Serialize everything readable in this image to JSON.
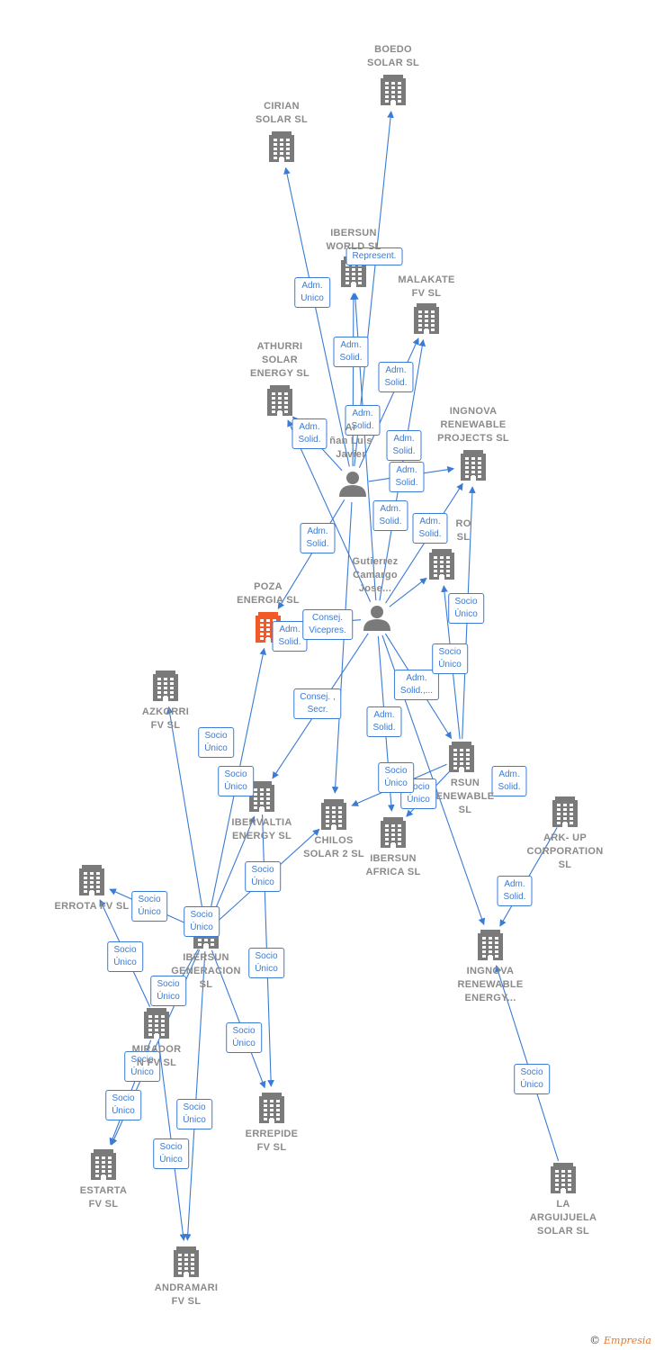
{
  "colors": {
    "edge": "#3a7bd5",
    "building": "#7a7a7a",
    "building_main": "#f05a28",
    "person": "#7a7a7a",
    "label": "#8a8a8a"
  },
  "nodes": [
    {
      "id": "boedo",
      "type": "company",
      "label": "BOEDO\nSOLAR  SL",
      "icon": "building-icon"
    },
    {
      "id": "cirian",
      "type": "company",
      "label": "CIRIAN\nSOLAR  SL",
      "icon": "building-icon"
    },
    {
      "id": "ibersun_world",
      "type": "company",
      "label": "IBERSUN\nWORLD  SL",
      "icon": "building-icon"
    },
    {
      "id": "malakate",
      "type": "company",
      "label": "MALAKATE\nFV  SL",
      "icon": "building-icon"
    },
    {
      "id": "athurri",
      "type": "company",
      "label": "ATHURRI\nSOLAR\nENERGY  SL",
      "icon": "building-icon"
    },
    {
      "id": "ingnova_projects",
      "type": "company",
      "label": "INGNOVA\nRENEWABLE\nPROJECTS  SL",
      "icon": "building-icon"
    },
    {
      "id": "arinan",
      "type": "person",
      "label": "Ar\nñan Luis\nJavier",
      "icon": "person-icon"
    },
    {
      "id": "ro_sl",
      "type": "company",
      "label": "RO\nSL",
      "icon": "building-icon"
    },
    {
      "id": "gutierrez",
      "type": "person",
      "label": "Gutierrez\nCamargo\nJose...",
      "icon": "person-icon"
    },
    {
      "id": "poza",
      "type": "company_main",
      "label": "POZA\nENERGIA  SL",
      "icon": "building-icon"
    },
    {
      "id": "azkorri",
      "type": "company",
      "label": "AZKORRI\nFV  SL",
      "icon": "building-icon"
    },
    {
      "id": "ibersun_renewable",
      "type": "company",
      "label": "RSUN\nENEWABLE\nSL",
      "icon": "building-icon"
    },
    {
      "id": "ibervaltia",
      "type": "company",
      "label": "IBERVALTIA\nENERGY  SL",
      "icon": "building-icon"
    },
    {
      "id": "chilos",
      "type": "company",
      "label": "CHILOS\nSOLAR 2  SL",
      "icon": "building-icon"
    },
    {
      "id": "ibersun_africa",
      "type": "company",
      "label": "IBERSUN\nAFRICA  SL",
      "icon": "building-icon"
    },
    {
      "id": "ark_up",
      "type": "company",
      "label": "ARK- UP\nCORPORATION\nSL",
      "icon": "building-icon"
    },
    {
      "id": "errota",
      "type": "company",
      "label": "ERROTA FV  SL",
      "icon": "building-icon"
    },
    {
      "id": "ibersun_generacion",
      "type": "company",
      "label": "IBERSUN\nGENERACION\nSL",
      "icon": "building-icon"
    },
    {
      "id": "ingnova_energy",
      "type": "company",
      "label": "INGNOVA\nRENEWABLE\nENERGY...",
      "icon": "building-icon"
    },
    {
      "id": "mirador",
      "type": "company",
      "label": "MIRADOR\nN    FV  SL",
      "icon": "building-icon"
    },
    {
      "id": "errepide",
      "type": "company",
      "label": "ERREPIDE\nFV  SL",
      "icon": "building-icon"
    },
    {
      "id": "estarta",
      "type": "company",
      "label": "ESTARTA\nFV  SL",
      "icon": "building-icon"
    },
    {
      "id": "la_arguijuela",
      "type": "company",
      "label": "LA\nARGUIJUELA\nSOLAR  SL",
      "icon": "building-icon"
    },
    {
      "id": "andramari",
      "type": "company",
      "label": "ANDRAMARI\nFV  SL",
      "icon": "building-icon"
    }
  ],
  "edges": [
    {
      "from": "arinan",
      "to": "boedo",
      "label": ""
    },
    {
      "from": "arinan",
      "to": "cirian",
      "label": "Adm.\nUnico"
    },
    {
      "from": "gutierrez",
      "to": "ibersun_world",
      "label": "Represent."
    },
    {
      "from": "arinan",
      "to": "ibersun_world",
      "label": "Adm.\nSolid."
    },
    {
      "from": "arinan",
      "to": "malakate",
      "label": "Adm.\nSolid."
    },
    {
      "from": "gutierrez",
      "to": "malakate",
      "label": "Adm.\nSolid."
    },
    {
      "from": "arinan",
      "to": "athurri",
      "label": "Adm.\nSolid."
    },
    {
      "from": "gutierrez",
      "to": "athurri",
      "label": "Adm.\nSolid."
    },
    {
      "from": "arinan",
      "to": "ingnova_projects",
      "label": "Adm.\nSolid."
    },
    {
      "from": "gutierrez",
      "to": "ingnova_projects",
      "label": "Adm.\nSolid."
    },
    {
      "from": "arinan",
      "to": "poza",
      "label": "Adm.\nSolid."
    },
    {
      "from": "gutierrez",
      "to": "ro_sl",
      "label": "Adm.\nSolid."
    },
    {
      "from": "gutierrez",
      "to": "poza",
      "label": "Consej.\nVicepres."
    },
    {
      "from": "arinan",
      "to": "chilos",
      "label": "Adm.\nSolid."
    },
    {
      "from": "gutierrez",
      "to": "ibervaltia",
      "label": "Consej. ,\nSecr."
    },
    {
      "from": "gutierrez",
      "to": "ibersun_renewable",
      "label": "Adm.\nSolid.,..."
    },
    {
      "from": "gutierrez",
      "to": "ibersun_africa",
      "label": "Adm.\nSolid."
    },
    {
      "from": "ibersun_renewable",
      "to": "ingnova_projects",
      "label": "Socio\nÚnico"
    },
    {
      "from": "ibersun_renewable",
      "to": "ro_sl",
      "label": "Socio\nÚnico"
    },
    {
      "from": "ibersun_renewable",
      "to": "ibersun_africa",
      "label": "Socio\nÚnico"
    },
    {
      "from": "ibersun_renewable",
      "to": "chilos",
      "label": "Socio\nÚnico"
    },
    {
      "from": "ark_up",
      "to": "ingnova_energy",
      "label": "Adm.\nSolid."
    },
    {
      "from": "gutierrez",
      "to": "ingnova_energy",
      "label": "Adm.\nSolid."
    },
    {
      "from": "ibersun_generacion",
      "to": "azkorri",
      "label": "Socio\nÚnico"
    },
    {
      "from": "ibersun_generacion",
      "to": "poza",
      "label": "Socio\nÚnico"
    },
    {
      "from": "ibersun_generacion",
      "to": "ibervaltia",
      "label": "Socio\nÚnico"
    },
    {
      "from": "ibersun_generacion",
      "to": "chilos",
      "label": "Socio\nÚnico"
    },
    {
      "from": "ibersun_generacion",
      "to": "errota",
      "label": "Socio\nÚnico"
    },
    {
      "from": "mirador",
      "to": "errota",
      "label": "Socio\nÚnico"
    },
    {
      "from": "ibersun_generacion",
      "to": "mirador",
      "label": "Socio\nÚnico"
    },
    {
      "from": "ibervaltia",
      "to": "errepide",
      "label": "Socio\nÚnico"
    },
    {
      "from": "ibersun_generacion",
      "to": "errepide",
      "label": "Socio\nÚnico"
    },
    {
      "from": "mirador",
      "to": "estarta",
      "label": "Socio\nÚnico"
    },
    {
      "from": "ibersun_generacion",
      "to": "estarta",
      "label": "Socio\nÚnico"
    },
    {
      "from": "ibersun_generacion",
      "to": "andramari",
      "label": "Socio\nÚnico"
    },
    {
      "from": "mirador",
      "to": "andramari",
      "label": "Socio\nÚnico"
    },
    {
      "from": "la_arguijuela",
      "to": "ingnova_energy",
      "label": "Socio\nÚnico"
    }
  ],
  "footer": {
    "copyright": "©",
    "brand": "Empresia"
  }
}
